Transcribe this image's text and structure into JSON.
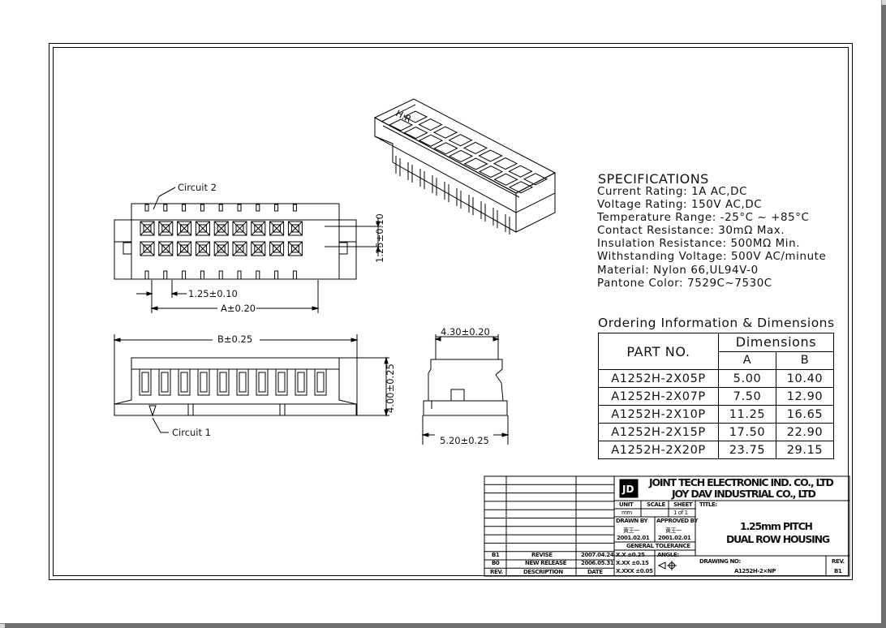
{
  "specifications": {
    "title": "SPECIFICATIONS",
    "lines": [
      "Current Rating: 1A AC,DC",
      "Voltage Rating: 150V AC,DC",
      "Temperature Range: -25°C ~ +85°C",
      "Contact Resistance: 30mΩ Max.",
      "Insulation Resistance: 500MΩ Min.",
      "Withstanding Voltage: 500V AC/minute",
      "Material: Nylon 66,UL94V-0",
      "Pantone Color: 7529C~7530C"
    ]
  },
  "ordering": {
    "title": "Ordering Information & Dimensions",
    "header_part": "PART NO.",
    "header_dims": "Dimensions",
    "header_a": "A",
    "header_b": "B",
    "rows": [
      {
        "part": "A1252H-2X05P",
        "a": "5.00",
        "b": "10.40"
      },
      {
        "part": "A1252H-2X07P",
        "a": "7.50",
        "b": "12.90"
      },
      {
        "part": "A1252H-2X10P",
        "a": "11.25",
        "b": "16.65"
      },
      {
        "part": "A1252H-2X15P",
        "a": "17.50",
        "b": "22.90"
      },
      {
        "part": "A1252H-2X20P",
        "a": "23.75",
        "b": "29.15"
      }
    ]
  },
  "drawing_labels": {
    "circuit2": "Circuit 2",
    "circuit1": "Circuit 1",
    "pitch": "1.25±0.10",
    "pitch_vertical": "1.25±0.10",
    "dim_a": "A±0.20",
    "dim_b": "B±0.25",
    "height": "4.00±0.25",
    "side_top": "4.30±0.20",
    "side_bottom": "5.20±0.25"
  },
  "title_block": {
    "company_line1": "JOINT TECH ELECTRONIC IND. CO., LTD",
    "company_line2": "JOY DAV INDUSTRIAL CO., LTD",
    "unit_label": "UNIT",
    "unit_value": "mm",
    "scale_label": "SCALE",
    "sheet_label": "SHEET",
    "sheet_value": "1 of 1",
    "title_label": "TITLE:",
    "title_line1": "1.25mm PITCH",
    "title_line2": "DUAL ROW HOUSING",
    "drawn_by_label": "DRAWN BY",
    "approved_by_label": "APPROVED BY",
    "drawn_by_name": "黄王一",
    "approved_by_name": "黄王一",
    "drawn_date": "2001.02.01",
    "approved_date": "2001.02.01",
    "general_tolerance_label": "GENERAL TOLERANCE",
    "tol1": "X.X ±0.25",
    "tol2": "X.XX ±0.15",
    "tol3": "X.XXX ±0.05",
    "angle_label": "ANGLE:",
    "drawing_no_label": "DRAWING NO:",
    "drawing_no": "A1252H-2×NP",
    "rev_label": "REV.",
    "rev_value": "B1",
    "revisions": [
      {
        "rev": "B1",
        "desc": "REVISE",
        "date": "2007.04.24"
      },
      {
        "rev": "B0",
        "desc": "NEW RELEASE",
        "date": "2006.05.31"
      }
    ],
    "rev_col_rev": "REV.",
    "rev_col_desc": "DESCRIPTION",
    "rev_col_date": "DATE"
  }
}
